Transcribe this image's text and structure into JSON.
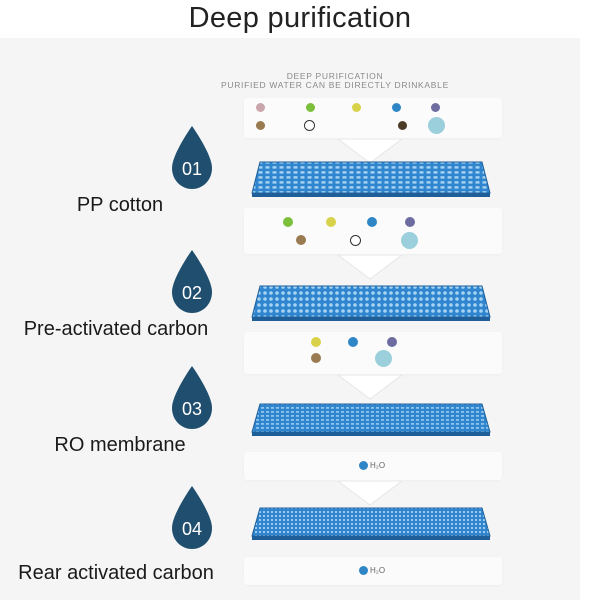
{
  "title": "Deep purification",
  "subtitle": {
    "line1": "DEEP PURIFICATION",
    "line2": "PURIFIED WATER CAN BE DIRECTLY DRINKABLE"
  },
  "stages": [
    {
      "number": "01",
      "label": "PP cotton"
    },
    {
      "number": "02",
      "label": "Pre-activated carbon"
    },
    {
      "number": "03",
      "label": "RO membrane"
    },
    {
      "number": "04",
      "label": "Rear activated carbon"
    }
  ],
  "water_label": "H₂O",
  "colors": {
    "drop": "#1f4e6e",
    "filter": "#2f86cf",
    "filter_edge": "#1e5f9a",
    "arrow": "#ffffff"
  },
  "impurity_colors": {
    "pink": "#c9a6a9",
    "green": "#7bbf3a",
    "yellow": "#d8d24a",
    "blue": "#2f86c7",
    "purple": "#6d6ca0",
    "brown": "#9a7a51",
    "white": "#ffffff",
    "lightblue": "#9ccfdc",
    "darkbrown": "#4b3a26"
  }
}
